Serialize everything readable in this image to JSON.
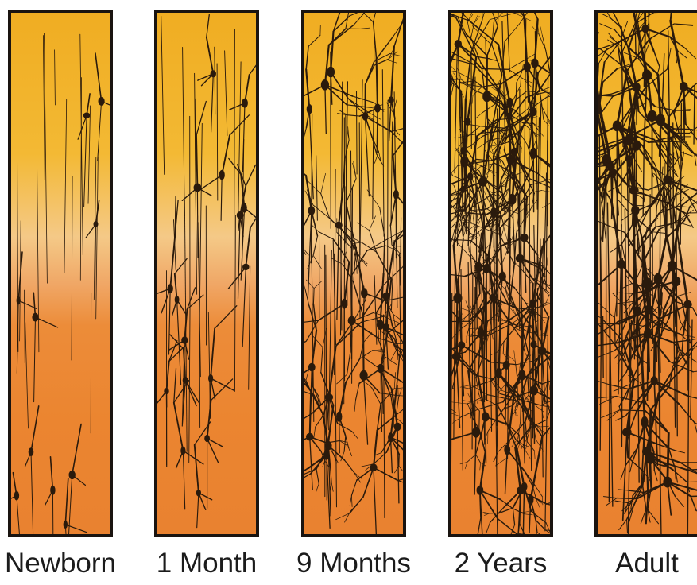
{
  "stages": [
    {
      "label": "Newborn",
      "neurons": 10,
      "branches": 1
    },
    {
      "label": "1 Month",
      "neurons": 16,
      "branches": 2
    },
    {
      "label": "9 Months",
      "neurons": 26,
      "branches": 4
    },
    {
      "label": "2 Years",
      "neurons": 40,
      "branches": 5
    },
    {
      "label": "Adult",
      "neurons": 30,
      "branches": 4
    }
  ],
  "colors": {
    "neuron": "#2a1a0c",
    "frame": "#1a1410",
    "top": "#f0ad22",
    "middle": "#f4c987",
    "bottom": "#e98230"
  }
}
